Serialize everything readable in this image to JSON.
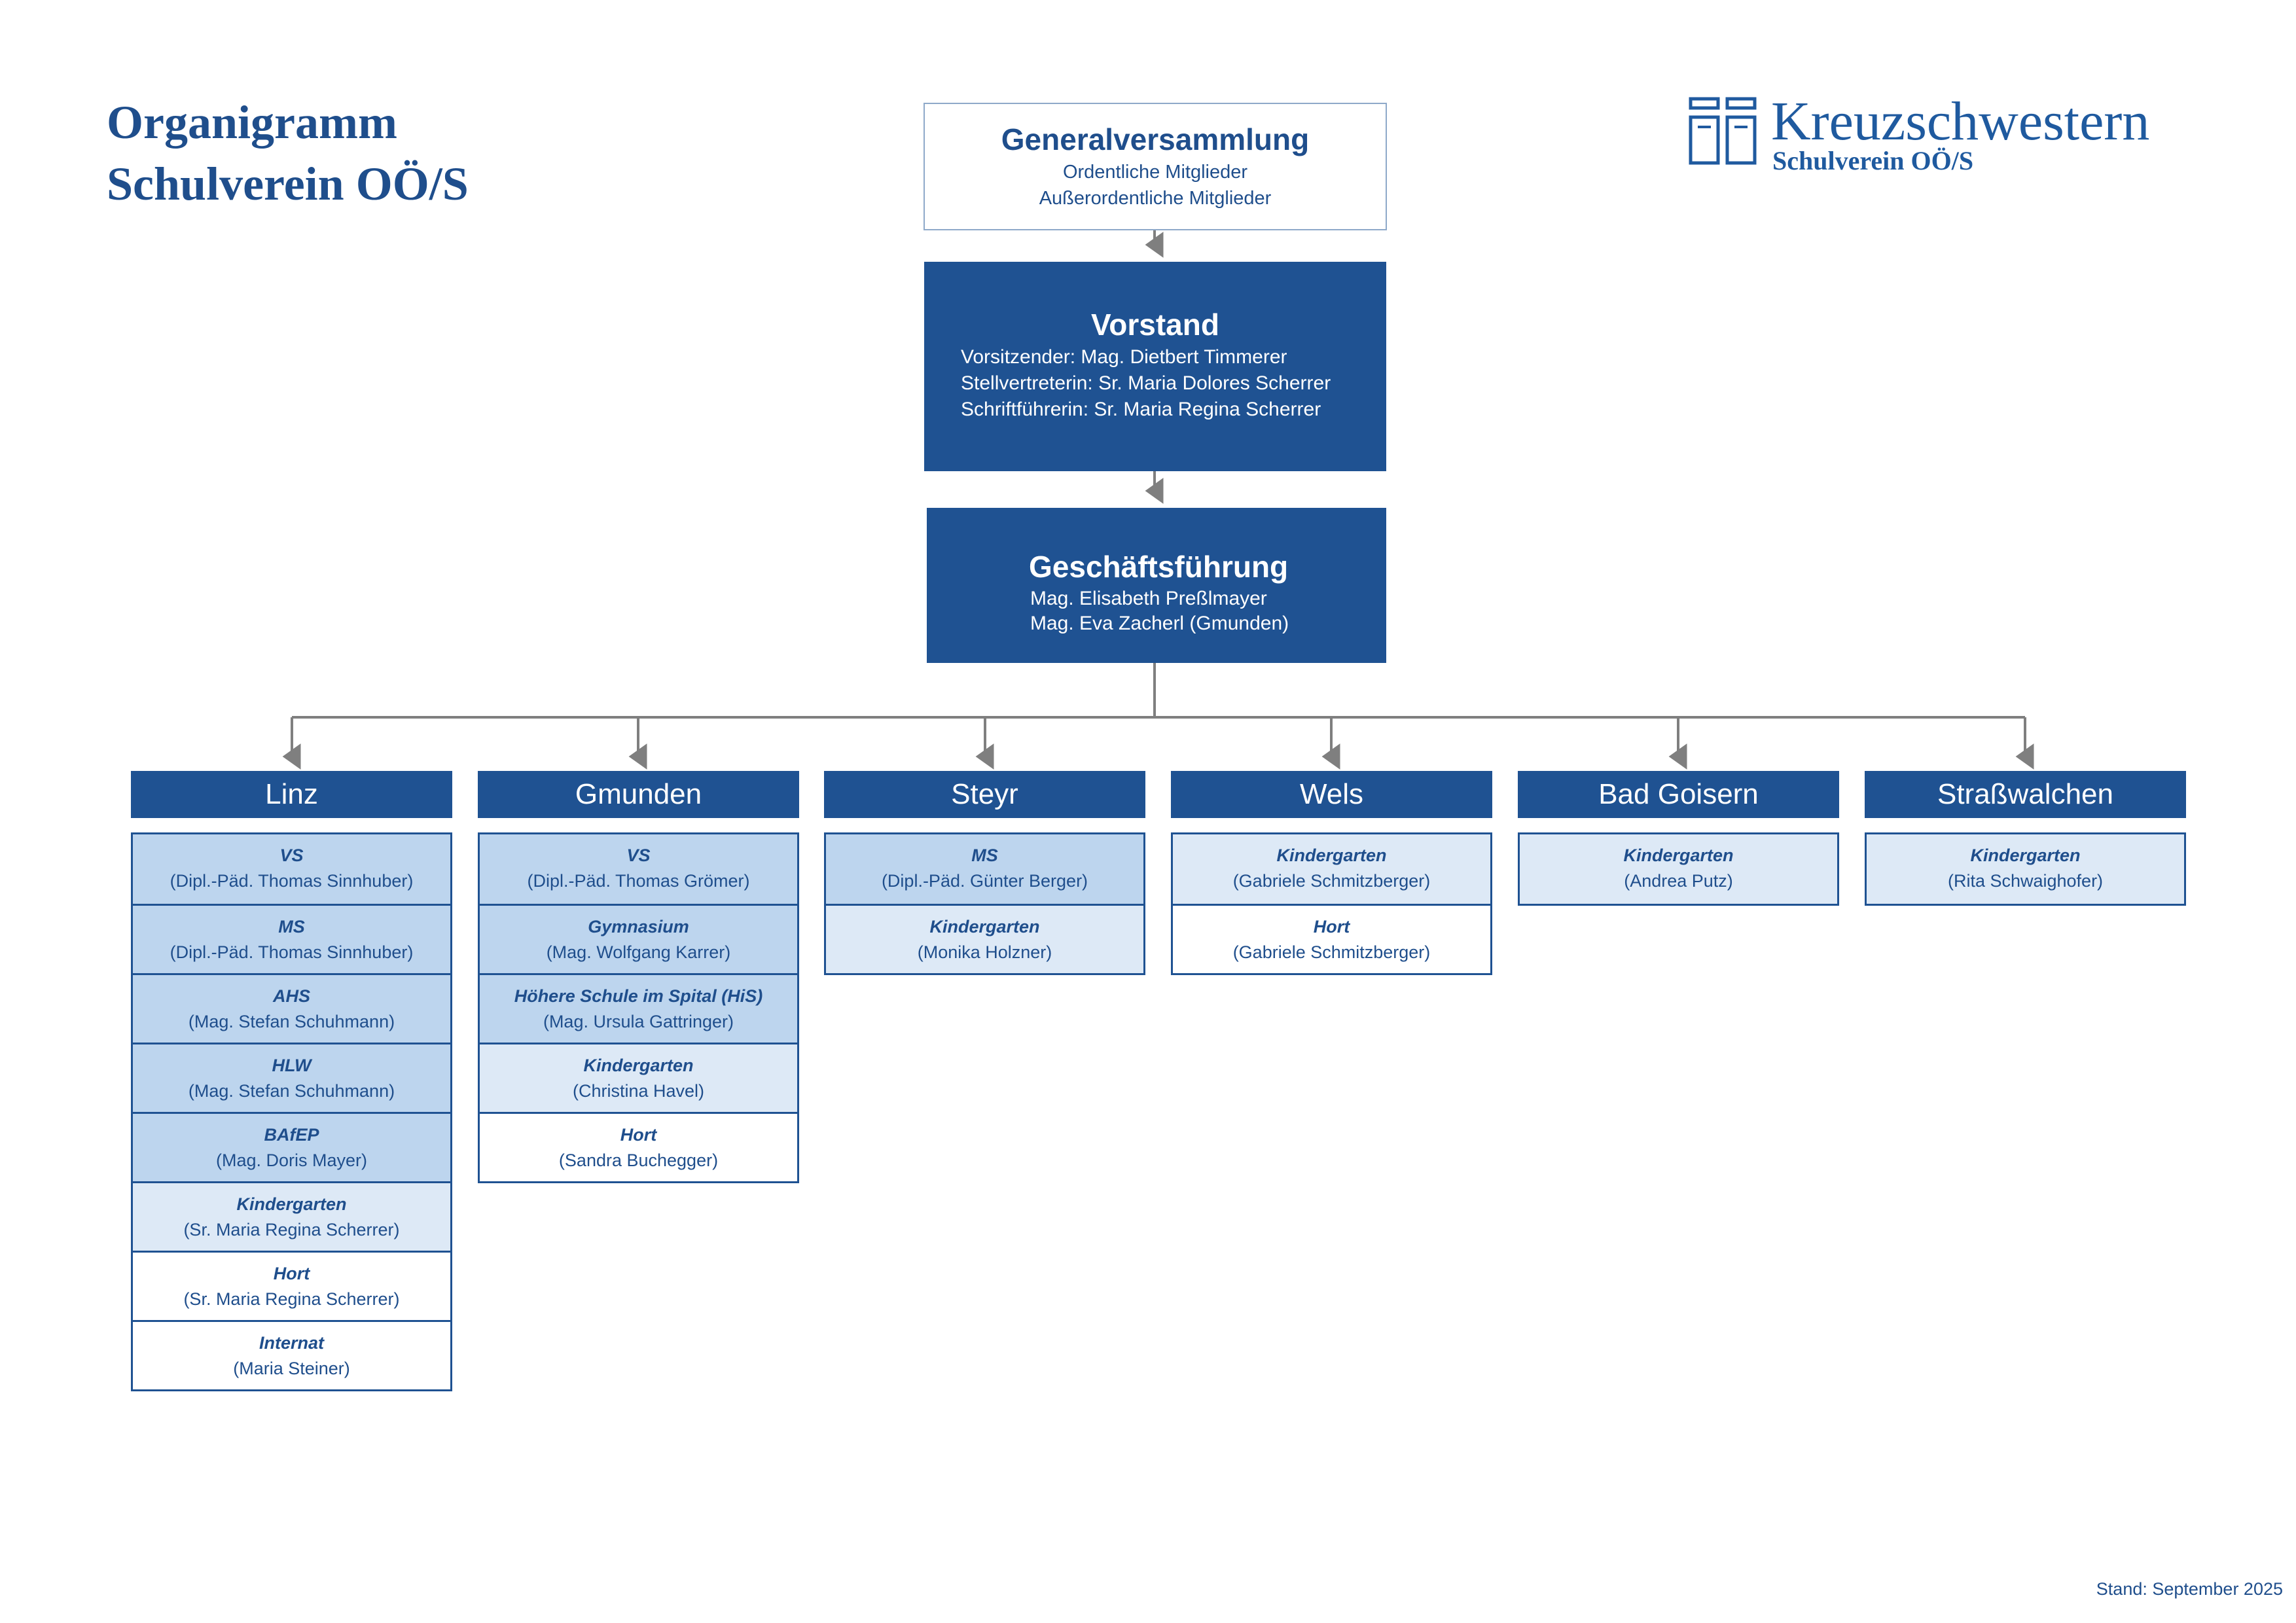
{
  "title": {
    "line1": "Organigramm",
    "line2": "Schulverein OÖ/S"
  },
  "logo": {
    "icon": "kreuz-grid-logo-icon",
    "name": "Kreuzschwestern",
    "sub": "Schulverein OÖ/S"
  },
  "colors": {
    "primary": "#1f5292",
    "school_fill": "#bdd5ee",
    "kindergarten_fill": "#dde9f6",
    "hort_fill": "#ffffff",
    "connector": "#808080"
  },
  "generalversammlung": {
    "heading": "Generalversammlung",
    "lines": [
      "Ordentliche Mitglieder",
      "Außerordentliche Mitglieder"
    ]
  },
  "vorstand": {
    "heading": "Vorstand",
    "lines": [
      "Vorsitzender: Mag. Dietbert Timmerer",
      "Stellvertreterin: Sr. Maria Dolores Scherrer",
      "Schriftführerin: Sr. Maria Regina Scherrer"
    ]
  },
  "geschaeftsfuehrung": {
    "heading": "Geschäftsführung",
    "lines": [
      "Mag. Elisabeth Preßlmayer",
      "Mag. Eva Zacherl (Gmunden)"
    ]
  },
  "locations": [
    {
      "name": "Linz",
      "units": [
        {
          "name": "VS",
          "person": "(Dipl.-Päd. Thomas Sinnhuber)",
          "kind": "school"
        },
        {
          "name": "MS",
          "person": "(Dipl.-Päd. Thomas Sinnhuber)",
          "kind": "school"
        },
        {
          "name": "AHS",
          "person": "(Mag. Stefan Schuhmann)",
          "kind": "school"
        },
        {
          "name": "HLW",
          "person": "(Mag. Stefan Schuhmann)",
          "kind": "school"
        },
        {
          "name": "BAfEP",
          "person": "(Mag. Doris Mayer)",
          "kind": "school"
        },
        {
          "name": "Kindergarten",
          "person": "(Sr. Maria Regina Scherrer)",
          "kind": "kiga"
        },
        {
          "name": "Hort",
          "person": "(Sr. Maria Regina Scherrer)",
          "kind": "white"
        },
        {
          "name": "Internat",
          "person": "(Maria Steiner)",
          "kind": "white"
        }
      ]
    },
    {
      "name": "Gmunden",
      "units": [
        {
          "name": "VS",
          "person": "(Dipl.-Päd. Thomas Grömer)",
          "kind": "school"
        },
        {
          "name": "Gymnasium",
          "person": "(Mag. Wolfgang Karrer)",
          "kind": "school"
        },
        {
          "name": "Höhere Schule im Spital (HiS)",
          "person": "(Mag. Ursula Gattringer)",
          "kind": "school"
        },
        {
          "name": "Kindergarten",
          "person": "(Christina Havel)",
          "kind": "kiga"
        },
        {
          "name": "Hort",
          "person": "(Sandra Buchegger)",
          "kind": "white"
        }
      ]
    },
    {
      "name": "Steyr",
      "units": [
        {
          "name": "MS",
          "person": "(Dipl.-Päd. Günter Berger)",
          "kind": "school"
        },
        {
          "name": "Kindergarten",
          "person": "(Monika Holzner)",
          "kind": "kiga"
        }
      ]
    },
    {
      "name": "Wels",
      "units": [
        {
          "name": "Kindergarten",
          "person": "(Gabriele Schmitzberger)",
          "kind": "kiga"
        },
        {
          "name": "Hort",
          "person": "(Gabriele Schmitzberger)",
          "kind": "white"
        }
      ]
    },
    {
      "name": "Bad Goisern",
      "units": [
        {
          "name": "Kindergarten",
          "person": "(Andrea Putz)",
          "kind": "kiga"
        }
      ]
    },
    {
      "name": "Straßwalchen",
      "units": [
        {
          "name": "Kindergarten",
          "person": "(Rita Schwaighofer)",
          "kind": "kiga"
        }
      ]
    }
  ],
  "footer": {
    "stand": "Stand: September 2025"
  }
}
